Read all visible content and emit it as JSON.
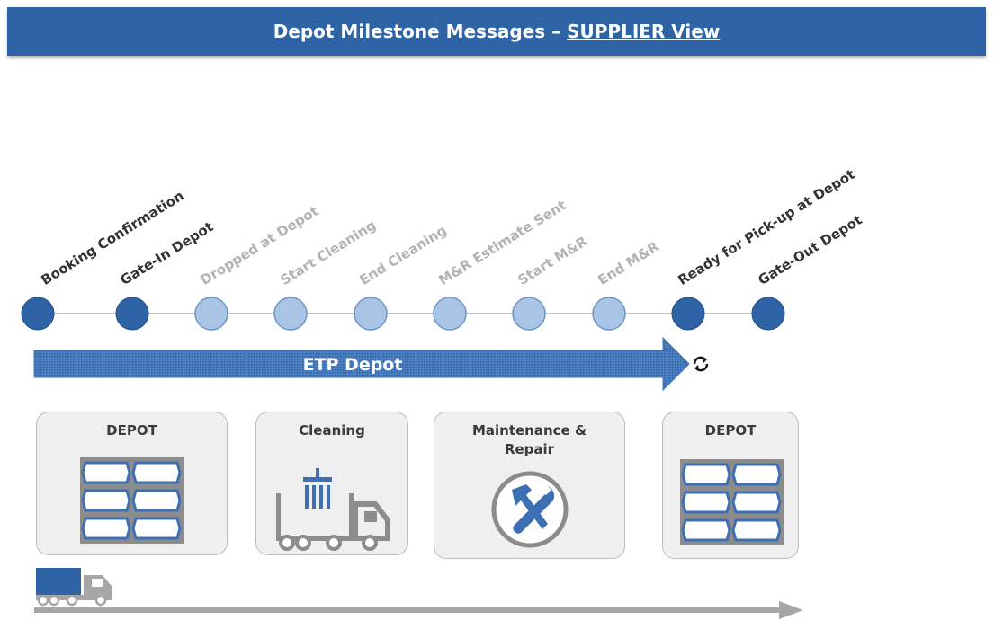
{
  "header": {
    "title": "Depot Milestone Messages –",
    "view": "SUPPLIER View"
  },
  "milestones": [
    {
      "label": "Booking Confirmation",
      "active": true
    },
    {
      "label": "Gate-In Depot",
      "active": true
    },
    {
      "label": "Dropped at Depot",
      "active": false
    },
    {
      "label": "Start Cleaning",
      "active": false
    },
    {
      "label": "End Cleaning",
      "active": false
    },
    {
      "label": "M&R Estimate Sent",
      "active": false
    },
    {
      "label": "Start M&R",
      "active": false
    },
    {
      "label": "End M&R",
      "active": false
    },
    {
      "label": "Ready for Pick-up at Depot",
      "active": true
    },
    {
      "label": "Gate-Out Depot",
      "active": true
    }
  ],
  "arrow": {
    "label": "ETP Depot"
  },
  "cards": [
    {
      "title": "DEPOT",
      "icon": "container-stack-icon"
    },
    {
      "title": "Cleaning",
      "icon": "cleaning-truck-icon"
    },
    {
      "title": "Maintenance & Repair",
      "icon": "tools-icon"
    },
    {
      "title": "DEPOT",
      "icon": "container-stack-icon"
    }
  ],
  "colors": {
    "header": "#2e64a6",
    "active_node": "#2e64a6",
    "inactive_node": "#a9c4e4",
    "icon_blue": "#3c6fb4",
    "arrow_fill": "#3f74b8",
    "timeline_gray": "#a6a6a6"
  }
}
